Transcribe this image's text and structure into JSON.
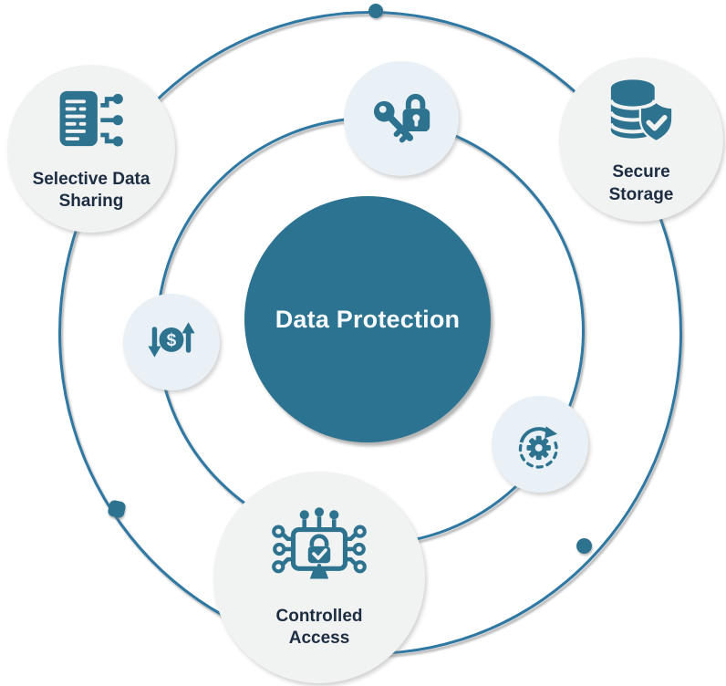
{
  "center": {
    "label": "Data Protection"
  },
  "nodes": {
    "selective": {
      "line1": "Selective Data",
      "line2": "Sharing",
      "icon": "document-data-share-icon"
    },
    "key_lock": {
      "icon": "key-lock-icon"
    },
    "secure": {
      "line1": "Secure",
      "line2": "Storage",
      "icon": "database-shield-icon"
    },
    "exchange": {
      "icon": "dollar-transfer-icon",
      "symbol": "$"
    },
    "controlled": {
      "line1": "Controlled",
      "line2": "Access",
      "icon": "monitor-lock-circuit-icon"
    },
    "process": {
      "icon": "gear-rotate-icon"
    }
  },
  "colors": {
    "accent": "#2d7390",
    "ring": "#2e78a3",
    "node_gray": "#f1f2f2",
    "node_blue": "#e9f1f6",
    "label_text": "#1d2d42",
    "center_text": "#f7fbfd"
  }
}
